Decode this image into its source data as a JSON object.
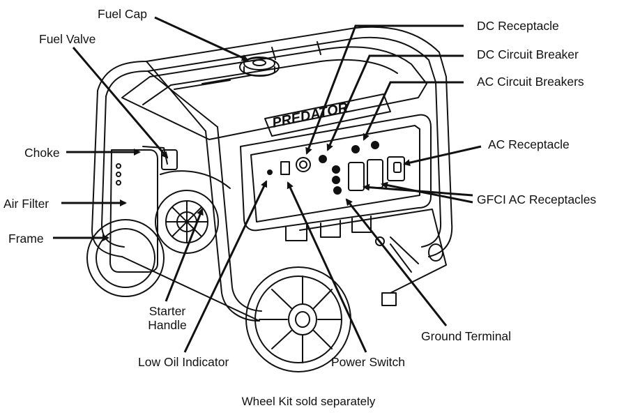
{
  "labels": {
    "fuel_cap": "Fuel Cap",
    "fuel_valve": "Fuel Valve",
    "choke": "Choke",
    "air_filter": "Air Filter",
    "frame": "Frame",
    "starter_handle": "Starter\nHandle",
    "low_oil_indicator": "Low Oil Indicator",
    "power_switch": "Power Switch",
    "ground_terminal": "Ground Terminal",
    "dc_receptacle": "DC Receptacle",
    "dc_circuit_breaker": "DC Circuit Breaker",
    "ac_circuit_breakers": "AC Circuit Breakers",
    "ac_receptacle": "AC Receptacle",
    "gfci_ac_receptacles": "GFCI AC Receptacles"
  },
  "brand_text": "PREDATOR",
  "caption": "Wheel Kit sold separately"
}
